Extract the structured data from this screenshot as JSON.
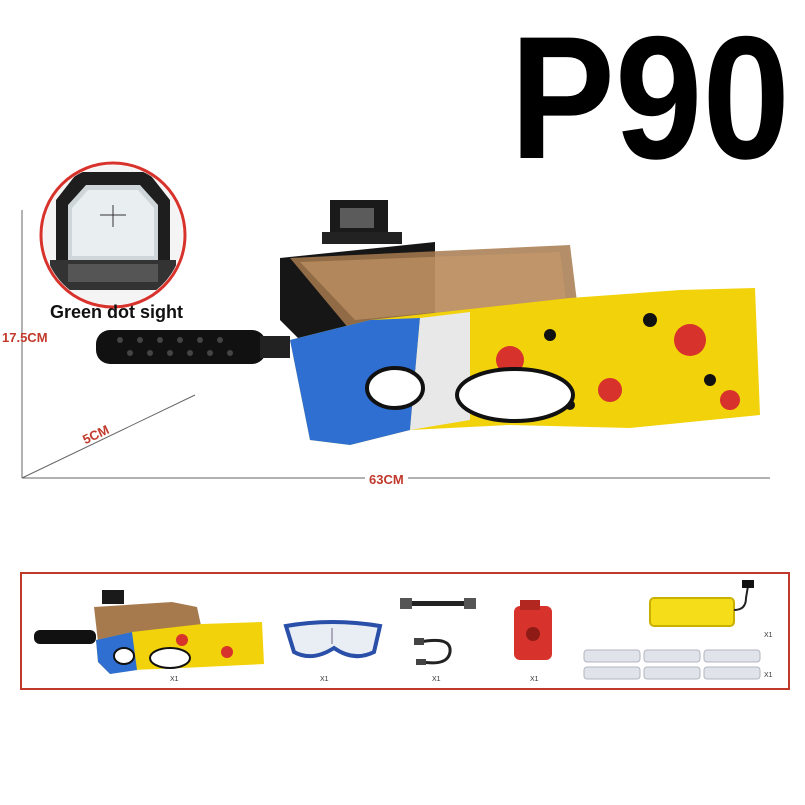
{
  "title": "P90",
  "sight_label": "Green dot sight",
  "dimensions": {
    "height": "17.5CM",
    "depth": "5CM",
    "length": "63CM"
  },
  "package": {
    "counts": [
      "X1",
      "X1",
      "X1",
      "X1",
      "X1",
      "X1"
    ]
  },
  "colors": {
    "accent": "#c0392b",
    "graffiti_yellow": "#f2d20b",
    "graffiti_blue": "#2e6fd1",
    "graffiti_red": "#d7322b",
    "gun_black": "#111111"
  }
}
